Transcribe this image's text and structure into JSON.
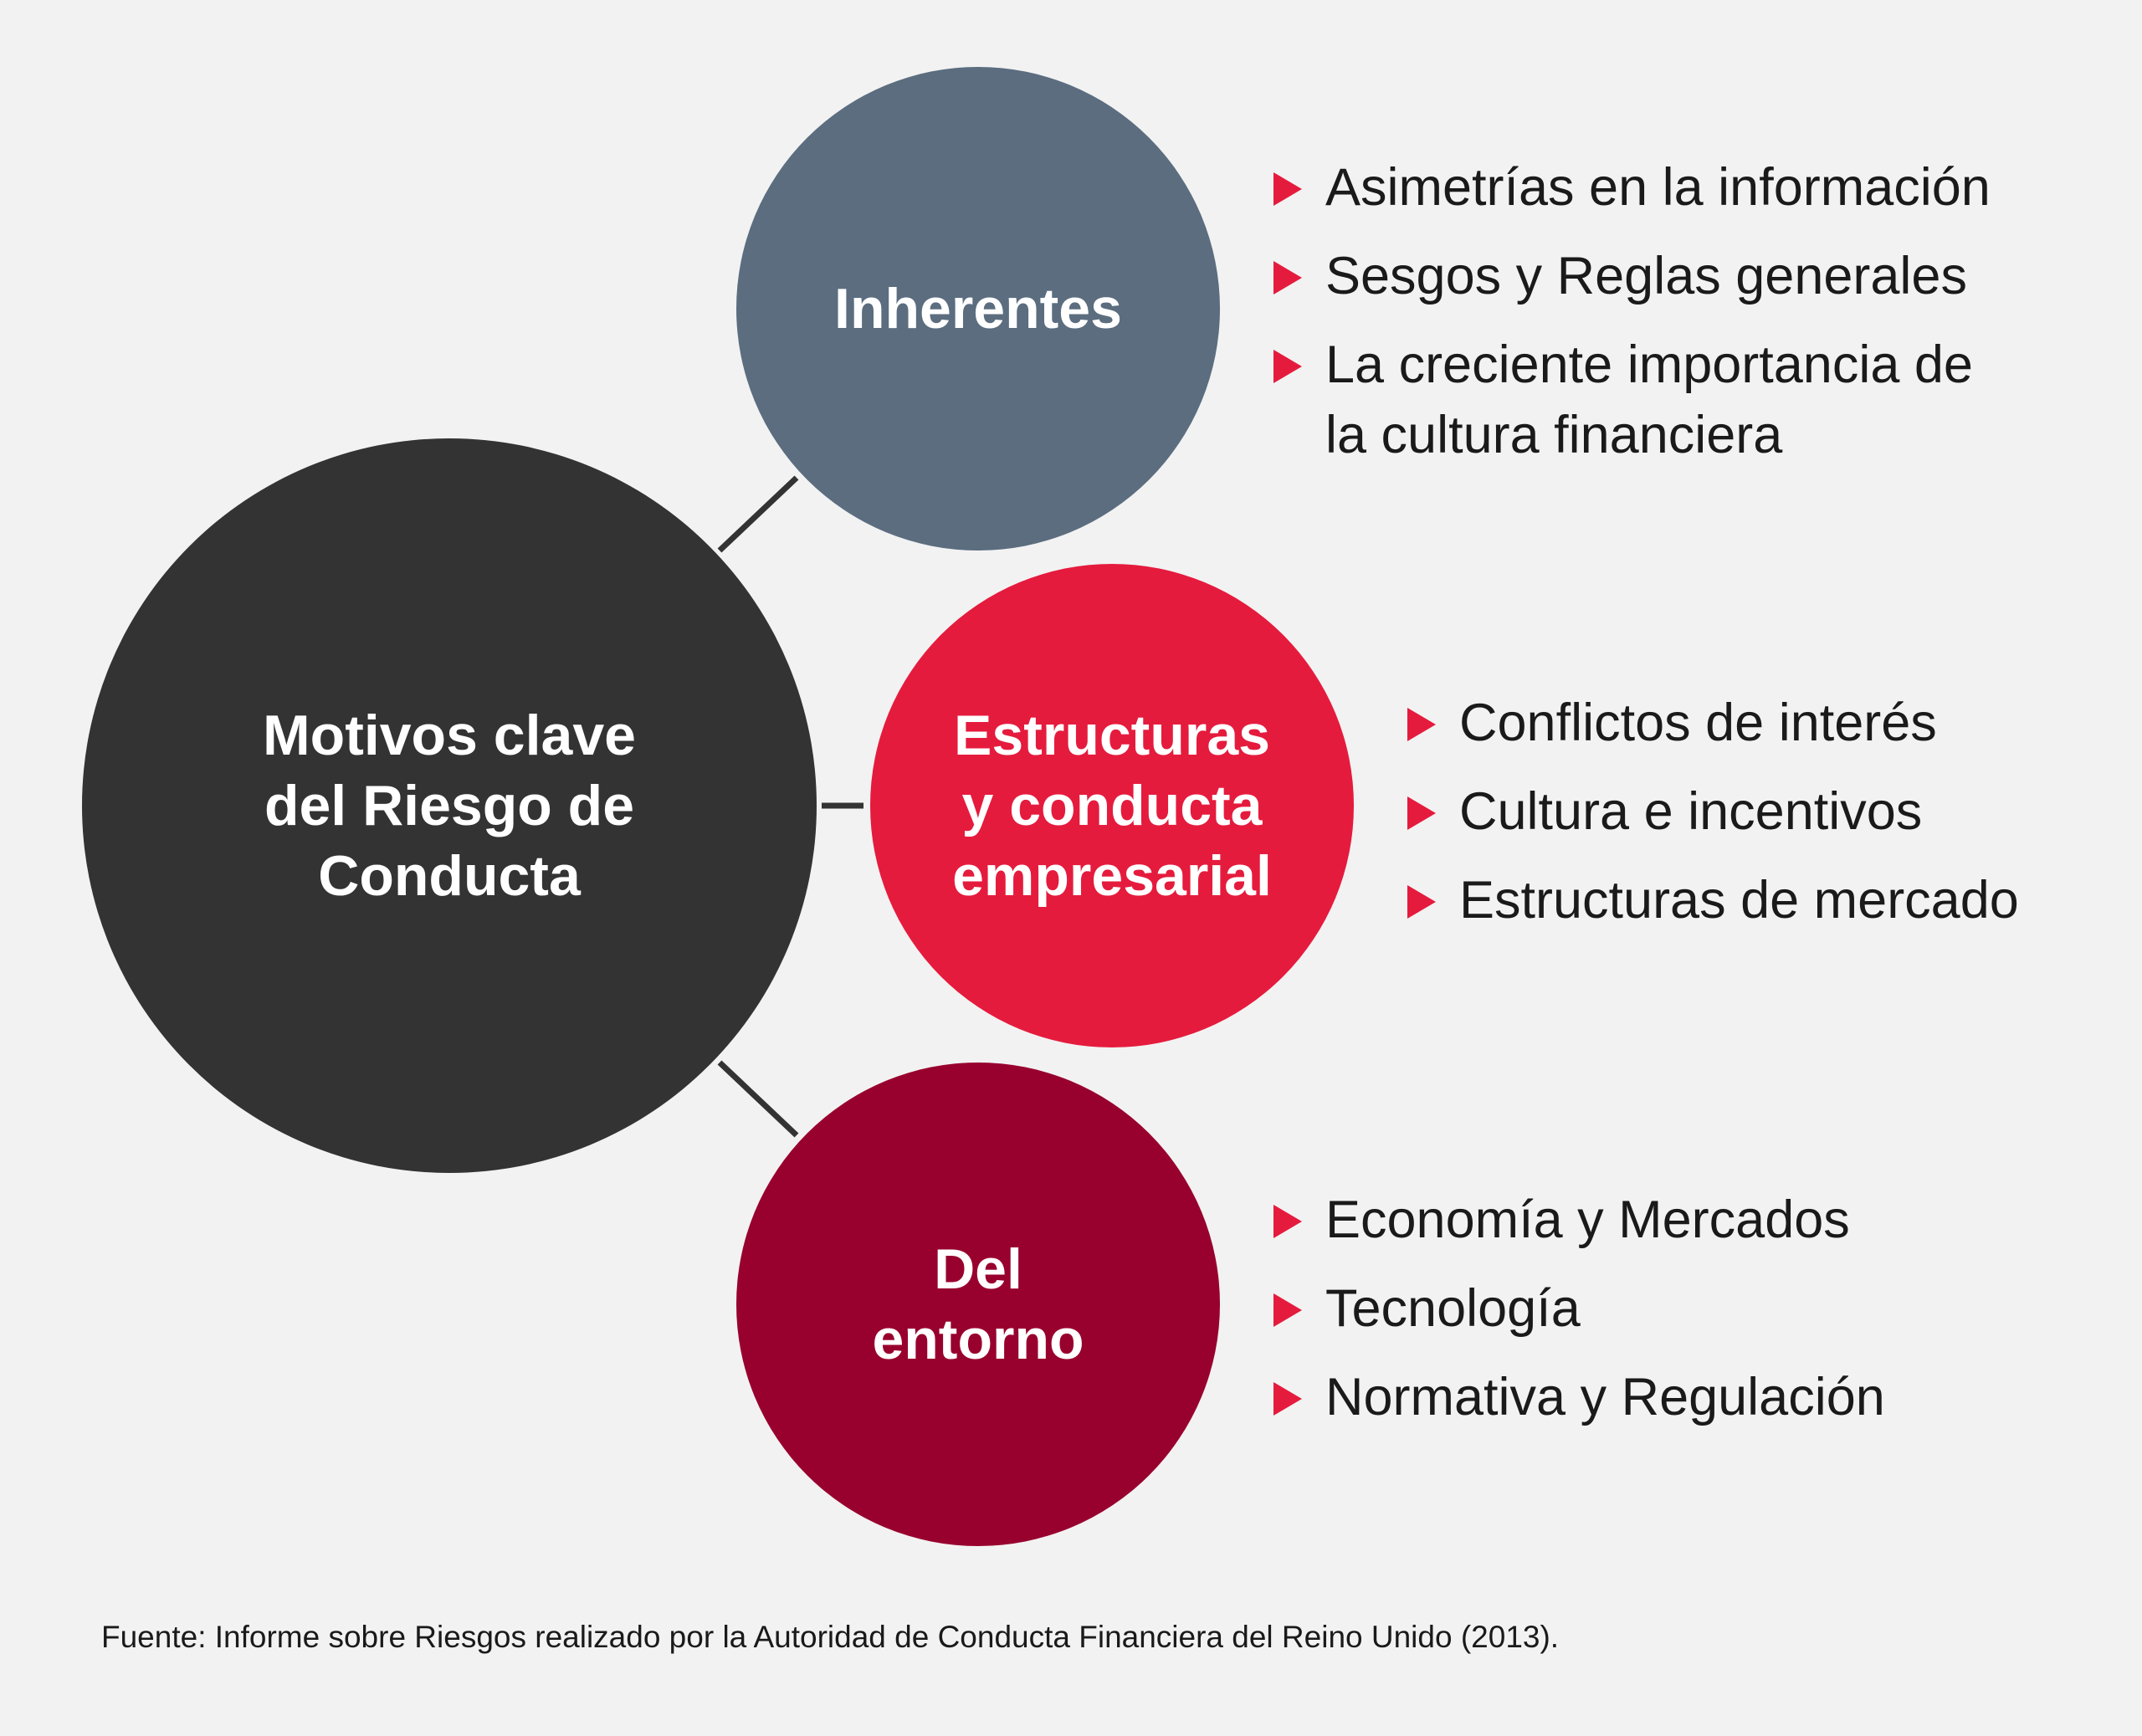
{
  "center": {
    "label": "Motivos clave\ndel Riesgo de\nConducta"
  },
  "groups": [
    {
      "label": "Inherentes",
      "color": "#5b6d7f",
      "items": [
        "Asimetrías en la información",
        "Sesgos y Reglas generales",
        "La creciente importancia de\nla cultura financiera"
      ]
    },
    {
      "label": "Estructuras\ny conducta\nempresarial",
      "color": "#e51b3d",
      "items": [
        "Conflictos de interés",
        "Cultura e incentivos",
        "Estructuras de mercado"
      ]
    },
    {
      "label": "Del\nentorno",
      "color": "#98002e",
      "items": [
        "Economía y Mercados",
        "Tecnología",
        "Normativa y Regulación"
      ]
    }
  ],
  "colors": {
    "background": "#f2f2f2",
    "center": "#333333",
    "bullet": "#e51b3d"
  },
  "footer": "Fuente: Informe sobre Riesgos realizado por la Autoridad de Conducta Financiera del Reino Unido (2013)."
}
